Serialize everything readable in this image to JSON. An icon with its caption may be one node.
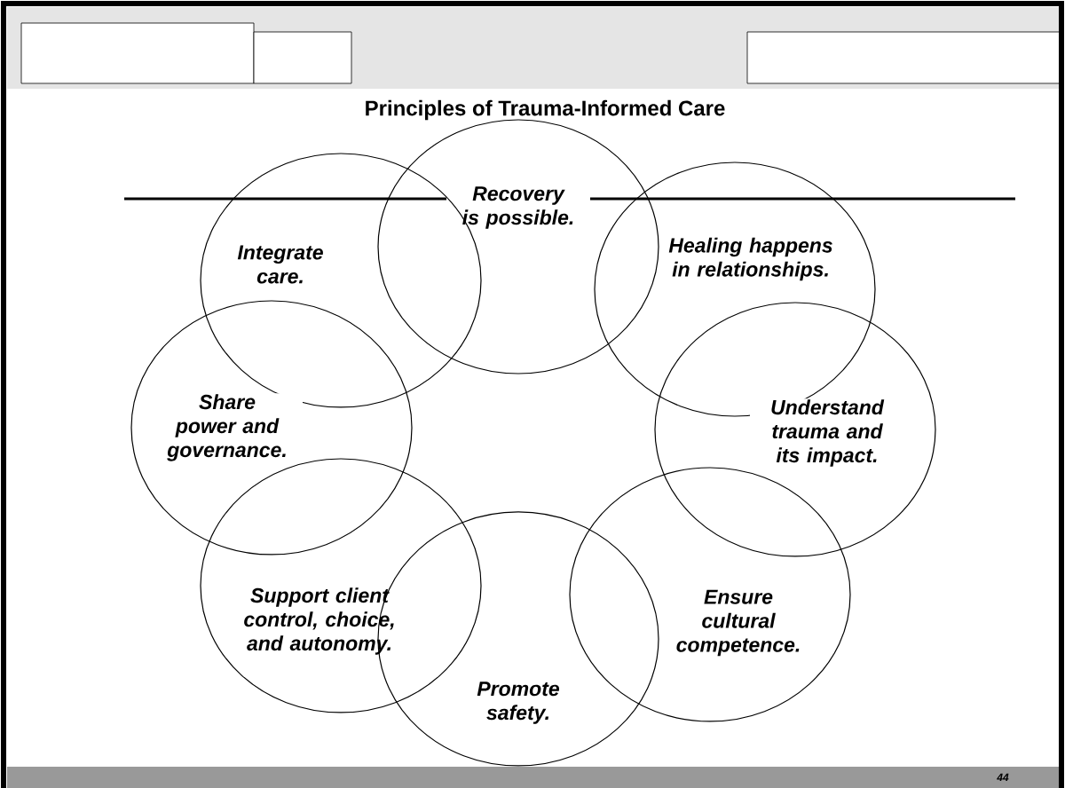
{
  "diagram": {
    "title": "Principles of Trauma-Informed Care",
    "nodes": [
      {
        "text": [
          "Recovery is possible."
        ]
      },
      {
        "text": [
          "Integrate care."
        ]
      },
      {
        "text": [
          "Healing happens in relationships."
        ]
      },
      {
        "text": [
          "Share power and governance."
        ]
      },
      {
        "text": [
          "Understand trauma and its impact."
        ]
      },
      {
        "text": [
          "Support client control, choice, and autonomy."
        ]
      },
      {
        "text": [
          "Ensure cultural competence."
        ]
      },
      {
        "text": [
          "Promote safety."
        ]
      }
    ],
    "labels": [
      "44"
    ]
  }
}
